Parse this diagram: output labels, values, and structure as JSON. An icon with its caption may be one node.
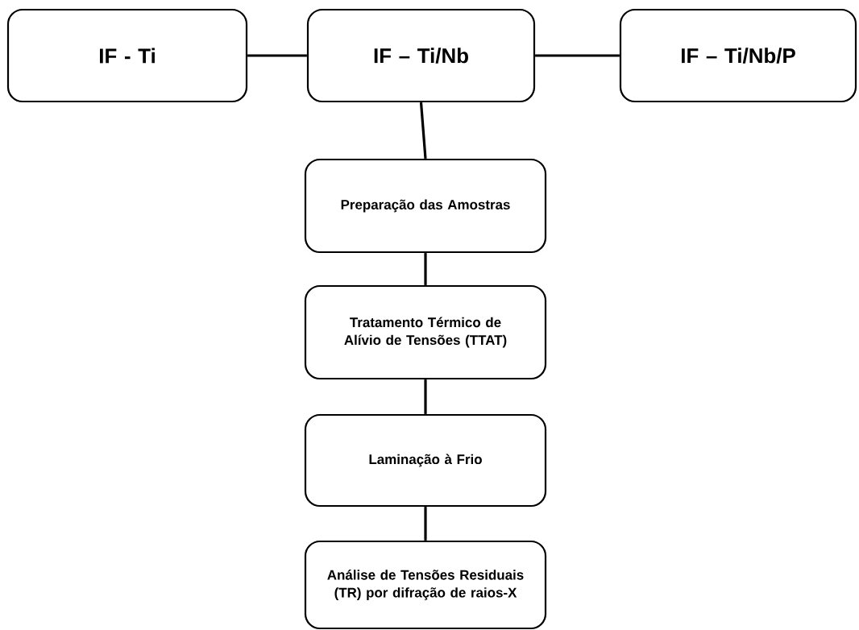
{
  "diagram": {
    "nodes": [
      {
        "text": [
          "IF - Ti"
        ]
      },
      {
        "text": [
          "IF – Ti/Nb"
        ]
      },
      {
        "text": [
          "IF – Ti/Nb/P"
        ]
      },
      {
        "text": [
          "Preparação das Amostras"
        ]
      },
      {
        "text": [
          "Tratamento Térmico de Alívio de Tensões (TTAT)"
        ]
      },
      {
        "text": [
          "Laminação à Frio"
        ]
      },
      {
        "text": [
          "Análise de Tensões Residuais (TR) por difração de raios-X"
        ]
      }
    ],
    "edges": [
      {
        "from": 0,
        "to": 1,
        "arrow": "none"
      },
      {
        "from": 1,
        "to": 2,
        "arrow": "none"
      },
      {
        "from": 1,
        "to": 3,
        "arrow": "none"
      },
      {
        "from": 3,
        "to": 4,
        "arrow": "none"
      },
      {
        "from": 4,
        "to": 5,
        "arrow": "none"
      },
      {
        "from": 5,
        "to": 6,
        "arrow": "none"
      }
    ]
  }
}
